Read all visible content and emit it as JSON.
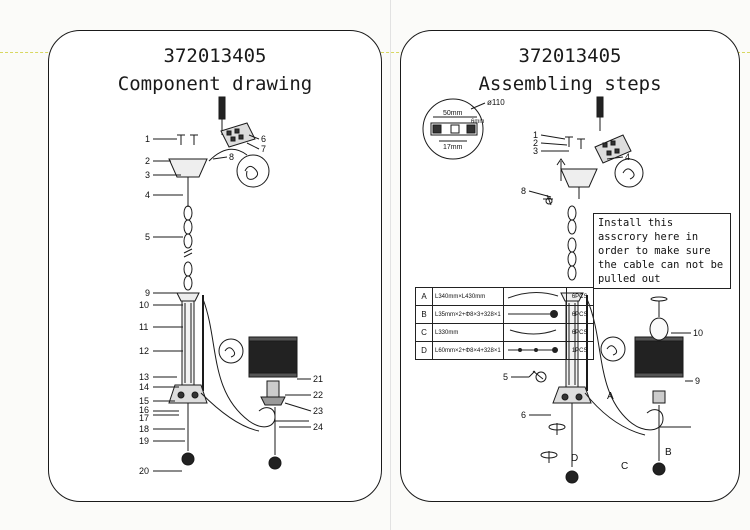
{
  "left_page": {
    "code": "372013405",
    "title": "Component drawing",
    "part_numbers": [
      "1",
      "2",
      "3",
      "4",
      "5",
      "6",
      "7",
      "8",
      "9",
      "10",
      "11",
      "12",
      "13",
      "14",
      "15",
      "16",
      "17",
      "18",
      "19",
      "20",
      "21",
      "22",
      "23",
      "24"
    ]
  },
  "right_page": {
    "code": "372013405",
    "title": "Assembling steps",
    "canopy_plate": {
      "diameter": "ø110",
      "width": "50mm",
      "hole": "6mm",
      "spacing": "17mm"
    },
    "note": "Install this asscrory here in order to make sure the cable can not be pulled out",
    "part_labels": [
      "1",
      "2",
      "3",
      "4",
      "5",
      "6",
      "8",
      "9",
      "10"
    ],
    "letter_labels": [
      "A",
      "B",
      "C",
      "D"
    ],
    "parts_table": [
      {
        "key": "A",
        "desc": "L340mm×L430mm",
        "qty": "6PCS"
      },
      {
        "key": "B",
        "desc": "L35mm×2+Φ8×3+328×1",
        "qty": "6PCS"
      },
      {
        "key": "C",
        "desc": "L330mm",
        "qty": "6PCS"
      },
      {
        "key": "D",
        "desc": "L60mm×2+Φ8×4+328×1",
        "qty": "1PCS"
      }
    ]
  }
}
